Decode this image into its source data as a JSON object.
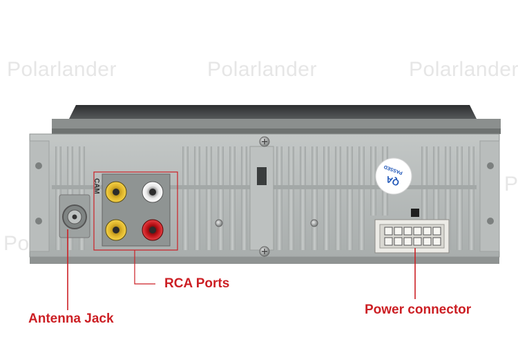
{
  "watermark": "Polarlander",
  "labels": {
    "rca_ports": "RCA Ports",
    "antenna_jack": "Antenna Jack",
    "power_connector": "Power connector",
    "cam": "CAM",
    "qa_badge_top": "QA",
    "qa_badge_bottom": "PASSED"
  },
  "colors": {
    "callout_red": "#cc1f24",
    "panel_gray": "#b5b9b8",
    "qa_blue": "#1f56b8"
  }
}
